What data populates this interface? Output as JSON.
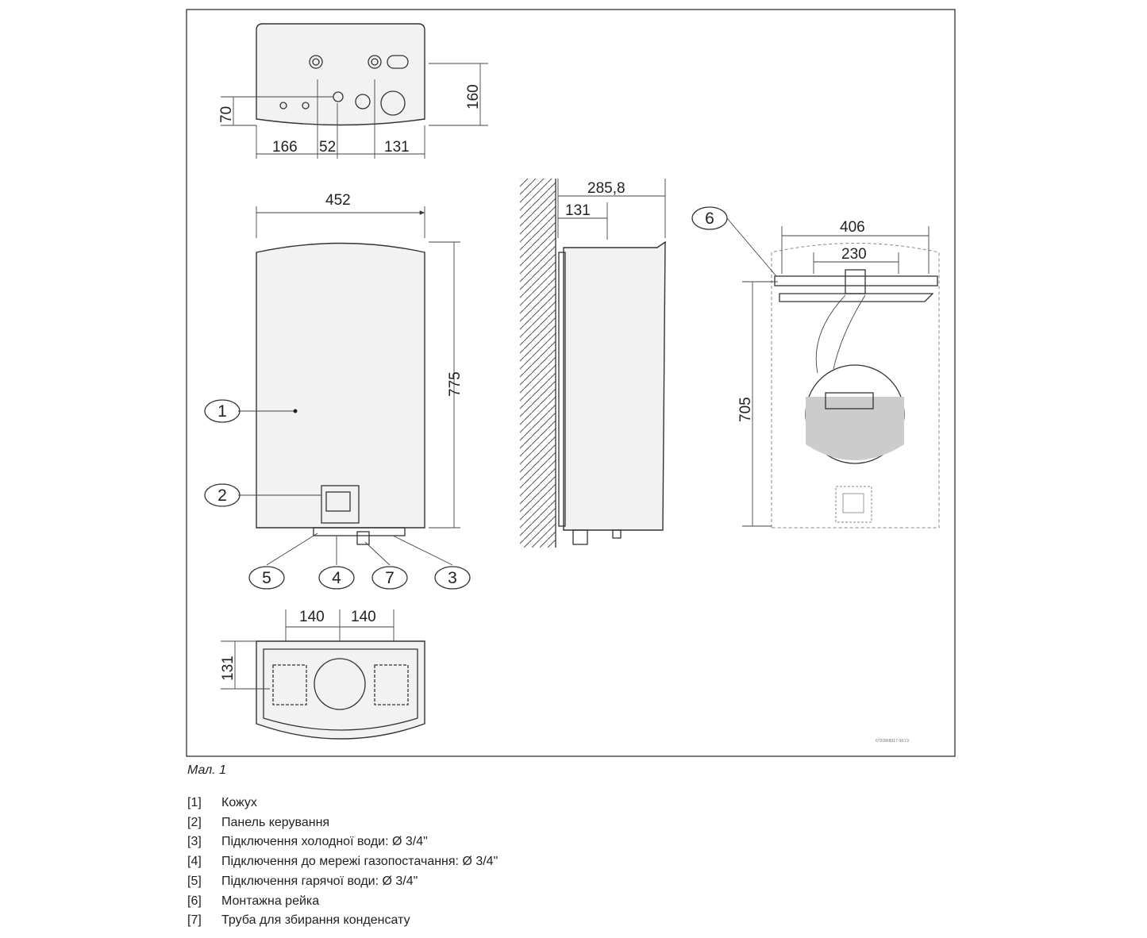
{
  "figure": {
    "caption": "Мал. 1",
    "drawing_code": "6720868017-08.1V",
    "top_view_dims": {
      "d70": "70",
      "d160": "160",
      "d166": "166",
      "d52": "52",
      "d131": "131"
    },
    "front_view_dims": {
      "width": "452",
      "height": "775"
    },
    "bottom_view_dims": {
      "left": "140",
      "right": "140",
      "depth": "131"
    },
    "side_view_dims": {
      "depth": "285,8",
      "offset": "131"
    },
    "rail_view_dims": {
      "outer": "406",
      "inner": "230",
      "height": "705"
    },
    "callouts": [
      "1",
      "2",
      "3",
      "4",
      "5",
      "6",
      "7"
    ]
  },
  "legend": [
    {
      "num": "[1]",
      "text": "Кожух"
    },
    {
      "num": "[2]",
      "text": "Панель керування"
    },
    {
      "num": "[3]",
      "text": "Підключення холодної води: Ø 3/4\""
    },
    {
      "num": "[4]",
      "text": "Підключення до мережі газопостачання: Ø 3/4\""
    },
    {
      "num": "[5]",
      "text": "Підключення гарячої води: Ø 3/4\""
    },
    {
      "num": "[6]",
      "text": "Монтажна рейка"
    },
    {
      "num": "[7]",
      "text": "Труба для збирання конденсату"
    }
  ]
}
